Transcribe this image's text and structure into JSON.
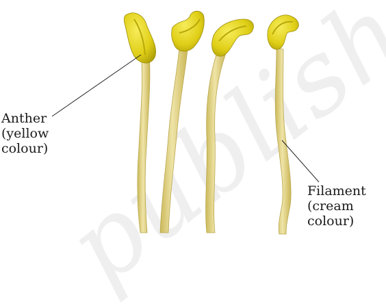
{
  "labels": {
    "anther": [
      "Anther",
      "(yellow",
      "colour)"
    ],
    "filament": [
      "Filament",
      "(cream",
      "colour)"
    ]
  },
  "watermark": "published",
  "colors": {
    "anther_yellow": "#e2d21a",
    "anther_shadow": "#b8a80a",
    "filament_cream": "#dccb6e",
    "filament_light": "#efe4a8",
    "leader_line": "#222222"
  }
}
